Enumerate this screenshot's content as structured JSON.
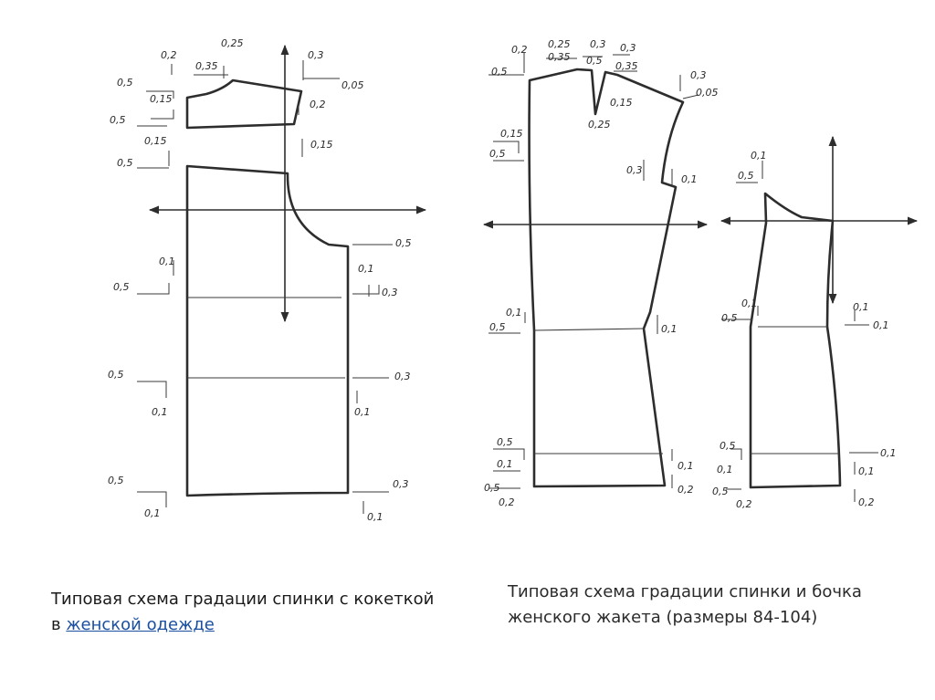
{
  "captions": {
    "left_line1": "Типовая схема градации спинки с кокеткой",
    "left_prefix": "в",
    "left_link": "женской одежде",
    "right_line1": "Типовая схема градации спинки и бочка",
    "right_line2": "женского жакета (размеры 84-104)"
  },
  "labels": {
    "L1": "0,25",
    "L2": "0,2",
    "L3": "0,35",
    "L4": "0,3",
    "L5": "0,5",
    "L6": "0,05",
    "L7": "0,15",
    "L8": "0,2",
    "L9": "0,5",
    "L10": "0,15",
    "L11": "0,15",
    "L12": "0,5",
    "L13": "0,5",
    "L14": "0,1",
    "L15": "0,1",
    "L16": "0,5",
    "L17": "0,3",
    "L18": "0,5",
    "L19": "0,3",
    "L20": "0,1",
    "L21": "0,1",
    "L22": "0,5",
    "L23": "0,3",
    "L24": "0,1",
    "L25": "0,1",
    "M1": "0,2",
    "M2": "0,25",
    "M3": "0,35",
    "M4": "0,3",
    "M5": "0,5",
    "M6": "0,5",
    "M7": "0,3",
    "M8": "0,35",
    "M9": "0,3",
    "M10": "0,05",
    "M11": "0,15",
    "M12": "0,25",
    "M13": "0,15",
    "M14": "0,5",
    "M15": "0,3",
    "M16": "0,1",
    "M17": "0,1",
    "M18": "0,5",
    "M19": "0,1",
    "M20": "0,5",
    "M21": "0,1",
    "M22": "0,5",
    "M23": "0,2",
    "M24": "0,1",
    "M25": "0,2",
    "R1": "0,1",
    "R2": "0,5",
    "R3": "0,1",
    "R4": "0,5",
    "R5": "0,1",
    "R6": "0,1",
    "R7": "0,5",
    "R8": "0,1",
    "R9": "0,5",
    "R10": "0,2",
    "R11": "0,1",
    "R12": "0,1",
    "R13": "0,2"
  }
}
